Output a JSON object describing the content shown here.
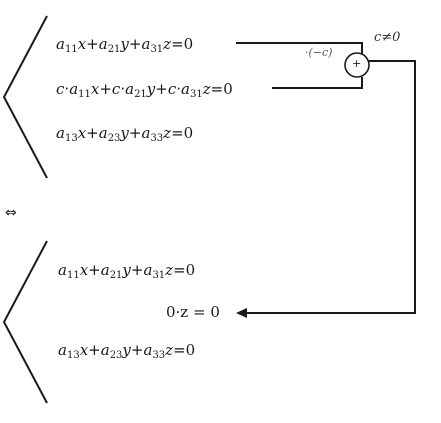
{
  "system_top": {
    "row1": {
      "terms": [
        [
          "a",
          "11",
          "x"
        ],
        [
          "a",
          "21",
          "y"
        ],
        [
          "a",
          "31",
          "z"
        ]
      ],
      "rhs": "0",
      "prefix": ""
    },
    "row2": {
      "terms": [
        [
          "a",
          "11",
          "x"
        ],
        [
          "a",
          "21",
          "y"
        ],
        [
          "a",
          "31",
          "z"
        ]
      ],
      "rhs": "0",
      "prefix": "c·"
    },
    "row3": {
      "terms": [
        [
          "a",
          "13",
          "x"
        ],
        [
          "a",
          "23",
          "y"
        ],
        [
          "a",
          "33",
          "z"
        ]
      ],
      "rhs": "0",
      "prefix": ""
    }
  },
  "system_bottom": {
    "row1": {
      "terms": [
        [
          "a",
          "11",
          "x"
        ],
        [
          "a",
          "21",
          "y"
        ],
        [
          "a",
          "31",
          "z"
        ]
      ],
      "rhs": "0",
      "prefix": ""
    },
    "row2_text": "0·z = 0",
    "row3": {
      "terms": [
        [
          "a",
          "13",
          "x"
        ],
        [
          "a",
          "23",
          "y"
        ],
        [
          "a",
          "33",
          "z"
        ]
      ],
      "rhs": "0",
      "prefix": ""
    }
  },
  "multiplier_label": "·(−c)",
  "plus_symbol": "+",
  "condition_label": "c≠0",
  "equivalence_symbol": "⇔",
  "colors": {
    "ink": "#1a1a1a",
    "muted": "#555555"
  }
}
